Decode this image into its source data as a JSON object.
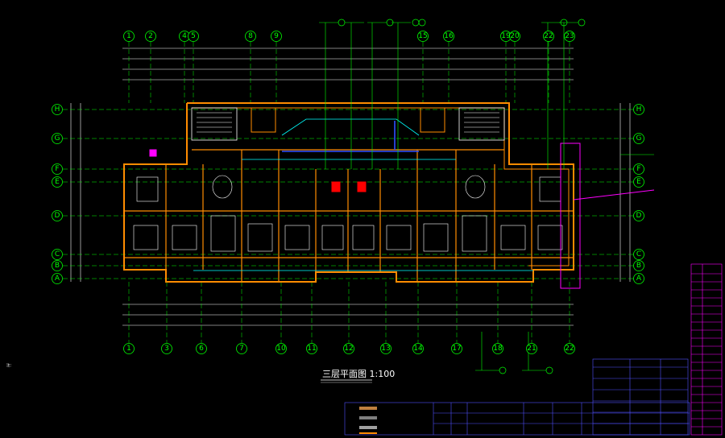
{
  "drawing": {
    "title": "三层平面图 1:100",
    "grid_top": [
      "1",
      "2",
      "4",
      "5",
      "8",
      "9",
      "15",
      "16",
      "19",
      "20",
      "22",
      "23"
    ],
    "grid_bottom": [
      "1",
      "3",
      "6",
      "7",
      "10",
      "11",
      "12",
      "13",
      "14",
      "17",
      "18",
      "21",
      "22"
    ],
    "grid_rows_left": [
      "H",
      "G",
      "F",
      "E",
      "D",
      "C",
      "B",
      "A"
    ],
    "grid_rows_right": [
      "H",
      "G",
      "F",
      "E",
      "D",
      "C",
      "B",
      "A"
    ],
    "notes_title": "注：",
    "colors": {
      "background": "#000000",
      "grid": "#00ff00",
      "wall": "#ff8c00",
      "dimension": "#ffffff",
      "accent": "#ff00ff",
      "water": "#00ffff",
      "pipe": "#0000ff"
    }
  }
}
